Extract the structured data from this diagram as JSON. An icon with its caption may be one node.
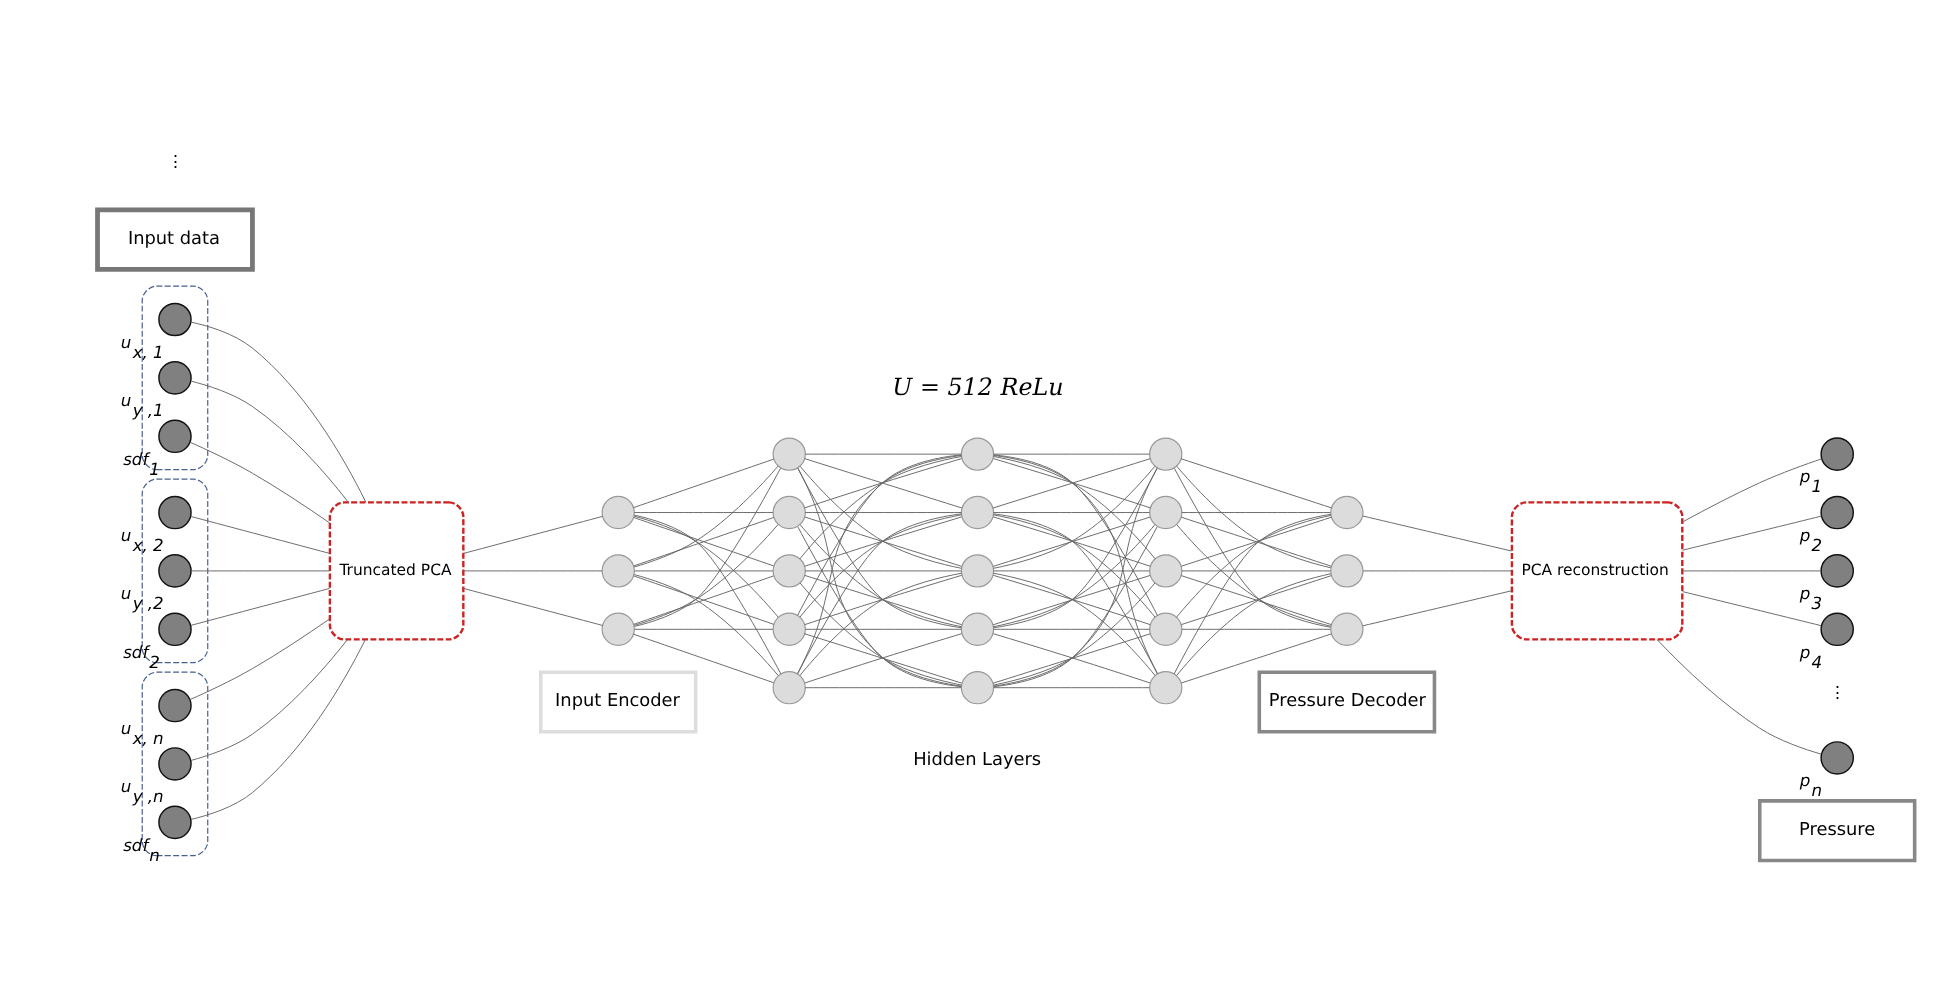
{
  "diagram": {
    "nodes": [
      {
        "text": [],
        "shape": "box"
      },
      {
        "text": [],
        "shape": "circle",
        "in": 0,
        "beside": [
          "u$_{x, 1}$"
        ]
      },
      {
        "text": [],
        "shape": "circle",
        "in": 0,
        "beside": [
          "u$_{y ,1}$"
        ]
      },
      {
        "text": [],
        "shape": "circle",
        "in": 0,
        "beside": [
          "sdf$_{1}$"
        ]
      },
      {
        "text": [],
        "shape": "box"
      },
      {
        "text": [],
        "shape": "circle",
        "in": 4,
        "beside": [
          "u$_{x, 2}$"
        ]
      },
      {
        "text": [],
        "shape": "circle",
        "in": 4,
        "beside": [
          "u$_{y ,2}$"
        ]
      },
      {
        "text": [],
        "shape": "circle",
        "in": 4,
        "beside": [
          "sdf$_{2}$"
        ]
      },
      {
        "text": [],
        "shape": "box"
      },
      {
        "text": [],
        "shape": "circle",
        "in": 8,
        "beside": [
          "u$_{x, n}$"
        ]
      },
      {
        "text": [],
        "shape": "circle",
        "in": 8,
        "beside": [
          "u$_{y ,n}$"
        ]
      },
      {
        "text": [],
        "shape": "circle",
        "in": 8,
        "beside": [
          "sdf$_{n}$"
        ]
      },
      {
        "text": [
          "Truncated PCA"
        ]
      },
      {
        "text": [],
        "shape": "circle"
      },
      {
        "text": [],
        "shape": "circle"
      },
      {
        "text": [],
        "shape": "circle"
      },
      {
        "text": [],
        "shape": "circle"
      },
      {
        "text": [],
        "shape": "circle"
      },
      {
        "text": [],
        "shape": "circle"
      },
      {
        "text": [],
        "shape": "circle"
      },
      {
        "text": [],
        "shape": "circle"
      },
      {
        "text": [],
        "shape": "circle"
      },
      {
        "text": [],
        "shape": "circle"
      },
      {
        "text": [],
        "shape": "circle"
      },
      {
        "text": [],
        "shape": "circle"
      },
      {
        "text": [],
        "shape": "circle"
      },
      {
        "text": [],
        "shape": "circle"
      },
      {
        "text": [],
        "shape": "circle"
      },
      {
        "text": [],
        "shape": "circle"
      },
      {
        "text": [],
        "shape": "circle"
      },
      {
        "text": [],
        "shape": "circle"
      },
      {
        "text": [],
        "shape": "circle"
      },
      {
        "text": [],
        "shape": "circle"
      },
      {
        "text": [],
        "shape": "circle"
      },
      {
        "text": [
          "PCA reconstruction"
        ]
      },
      {
        "text": [],
        "shape": "circle",
        "beside": [
          "p$_{1}$"
        ]
      },
      {
        "text": [],
        "shape": "circle",
        "beside": [
          "p$_{2}$"
        ]
      },
      {
        "text": [],
        "shape": "circle",
        "beside": [
          "p$_{3}$"
        ]
      },
      {
        "text": [],
        "shape": "circle",
        "beside": [
          "p$_{4}$"
        ]
      },
      {
        "text": [],
        "shape": "circle",
        "beside": [
          "p$_{n}$"
        ]
      },
      {
        "text": [
          "Input data"
        ]
      },
      {
        "text": [
          "Input Encoder"
        ]
      },
      {
        "text": [
          "Hidden Layers"
        ]
      },
      {
        "text": [
          "Pressure Decoder"
        ]
      },
      {
        "text": [
          "Pressure"
        ]
      }
    ],
    "edges": [
      {
        "from": 1,
        "to": 12,
        "arrow": "none"
      },
      {
        "from": 2,
        "to": 12,
        "arrow": "none"
      },
      {
        "from": 3,
        "to": 12,
        "arrow": "none"
      },
      {
        "from": 5,
        "to": 12,
        "arrow": "none"
      },
      {
        "from": 6,
        "to": 12,
        "arrow": "none"
      },
      {
        "from": 7,
        "to": 12,
        "arrow": "none"
      },
      {
        "from": 9,
        "to": 12,
        "arrow": "none"
      },
      {
        "from": 10,
        "to": 12,
        "arrow": "none"
      },
      {
        "from": 11,
        "to": 12,
        "arrow": "none"
      },
      {
        "from": 12,
        "to": 13,
        "arrow": "none"
      },
      {
        "from": 12,
        "to": 14,
        "arrow": "none"
      },
      {
        "from": 12,
        "to": 15,
        "arrow": "none"
      },
      {
        "from": 13,
        "to": 16,
        "arrow": "none"
      },
      {
        "from": 13,
        "to": 17,
        "arrow": "none"
      },
      {
        "from": 13,
        "to": 18,
        "arrow": "none"
      },
      {
        "from": 13,
        "to": 19,
        "arrow": "none"
      },
      {
        "from": 13,
        "to": 20,
        "arrow": "none"
      },
      {
        "from": 14,
        "to": 16,
        "arrow": "none"
      },
      {
        "from": 14,
        "to": 17,
        "arrow": "none"
      },
      {
        "from": 14,
        "to": 18,
        "arrow": "none"
      },
      {
        "from": 14,
        "to": 19,
        "arrow": "none"
      },
      {
        "from": 14,
        "to": 20,
        "arrow": "none"
      },
      {
        "from": 15,
        "to": 16,
        "arrow": "none"
      },
      {
        "from": 15,
        "to": 17,
        "arrow": "none"
      },
      {
        "from": 15,
        "to": 18,
        "arrow": "none"
      },
      {
        "from": 15,
        "to": 19,
        "arrow": "none"
      },
      {
        "from": 15,
        "to": 20,
        "arrow": "none"
      },
      {
        "from": 16,
        "to": 21,
        "arrow": "none"
      },
      {
        "from": 16,
        "to": 22,
        "arrow": "none"
      },
      {
        "from": 16,
        "to": 23,
        "arrow": "none"
      },
      {
        "from": 16,
        "to": 24,
        "arrow": "none"
      },
      {
        "from": 16,
        "to": 25,
        "arrow": "none"
      },
      {
        "from": 17,
        "to": 21,
        "arrow": "none"
      },
      {
        "from": 17,
        "to": 22,
        "arrow": "none"
      },
      {
        "from": 17,
        "to": 23,
        "arrow": "none"
      },
      {
        "from": 17,
        "to": 24,
        "arrow": "none"
      },
      {
        "from": 17,
        "to": 25,
        "arrow": "none"
      },
      {
        "from": 18,
        "to": 21,
        "arrow": "none"
      },
      {
        "from": 18,
        "to": 22,
        "arrow": "none"
      },
      {
        "from": 18,
        "to": 23,
        "arrow": "none"
      },
      {
        "from": 18,
        "to": 24,
        "arrow": "none"
      },
      {
        "from": 18,
        "to": 25,
        "arrow": "none"
      },
      {
        "from": 19,
        "to": 21,
        "arrow": "none"
      },
      {
        "from": 19,
        "to": 22,
        "arrow": "none"
      },
      {
        "from": 19,
        "to": 23,
        "arrow": "none"
      },
      {
        "from": 19,
        "to": 24,
        "arrow": "none"
      },
      {
        "from": 19,
        "to": 25,
        "arrow": "none"
      },
      {
        "from": 20,
        "to": 21,
        "arrow": "none"
      },
      {
        "from": 20,
        "to": 22,
        "arrow": "none"
      },
      {
        "from": 20,
        "to": 23,
        "arrow": "none"
      },
      {
        "from": 20,
        "to": 24,
        "arrow": "none"
      },
      {
        "from": 20,
        "to": 25,
        "arrow": "none"
      },
      {
        "from": 21,
        "to": 26,
        "arrow": "none"
      },
      {
        "from": 21,
        "to": 27,
        "arrow": "none"
      },
      {
        "from": 21,
        "to": 28,
        "arrow": "none"
      },
      {
        "from": 21,
        "to": 29,
        "arrow": "none"
      },
      {
        "from": 21,
        "to": 30,
        "arrow": "none"
      },
      {
        "from": 22,
        "to": 26,
        "arrow": "none"
      },
      {
        "from": 22,
        "to": 27,
        "arrow": "none"
      },
      {
        "from": 22,
        "to": 28,
        "arrow": "none"
      },
      {
        "from": 22,
        "to": 29,
        "arrow": "none"
      },
      {
        "from": 22,
        "to": 30,
        "arrow": "none"
      },
      {
        "from": 23,
        "to": 26,
        "arrow": "none"
      },
      {
        "from": 23,
        "to": 27,
        "arrow": "none"
      },
      {
        "from": 23,
        "to": 28,
        "arrow": "none"
      },
      {
        "from": 23,
        "to": 29,
        "arrow": "none"
      },
      {
        "from": 23,
        "to": 30,
        "arrow": "none"
      },
      {
        "from": 24,
        "to": 26,
        "arrow": "none"
      },
      {
        "from": 24,
        "to": 27,
        "arrow": "none"
      },
      {
        "from": 24,
        "to": 28,
        "arrow": "none"
      },
      {
        "from": 24,
        "to": 29,
        "arrow": "none"
      },
      {
        "from": 24,
        "to": 30,
        "arrow": "none"
      },
      {
        "from": 25,
        "to": 26,
        "arrow": "none"
      },
      {
        "from": 25,
        "to": 27,
        "arrow": "none"
      },
      {
        "from": 25,
        "to": 28,
        "arrow": "none"
      },
      {
        "from": 25,
        "to": 29,
        "arrow": "none"
      },
      {
        "from": 25,
        "to": 30,
        "arrow": "none"
      },
      {
        "from": 26,
        "to": 31,
        "arrow": "none"
      },
      {
        "from": 26,
        "to": 32,
        "arrow": "none"
      },
      {
        "from": 26,
        "to": 33,
        "arrow": "none"
      },
      {
        "from": 27,
        "to": 31,
        "arrow": "none"
      },
      {
        "from": 27,
        "to": 32,
        "arrow": "none"
      },
      {
        "from": 27,
        "to": 33,
        "arrow": "none"
      },
      {
        "from": 28,
        "to": 31,
        "arrow": "none"
      },
      {
        "from": 28,
        "to": 32,
        "arrow": "none"
      },
      {
        "from": 28,
        "to": 33,
        "arrow": "none"
      },
      {
        "from": 29,
        "to": 31,
        "arrow": "none"
      },
      {
        "from": 29,
        "to": 32,
        "arrow": "none"
      },
      {
        "from": 29,
        "to": 33,
        "arrow": "none"
      },
      {
        "from": 30,
        "to": 31,
        "arrow": "none"
      },
      {
        "from": 30,
        "to": 32,
        "arrow": "none"
      },
      {
        "from": 30,
        "to": 33,
        "arrow": "none"
      },
      {
        "from": 31,
        "to": 34,
        "arrow": "none"
      },
      {
        "from": 32,
        "to": 34,
        "arrow": "none"
      },
      {
        "from": 33,
        "to": 34,
        "arrow": "none"
      },
      {
        "from": 34,
        "to": 35,
        "arrow": "none"
      },
      {
        "from": 34,
        "to": 36,
        "arrow": "none"
      },
      {
        "from": 34,
        "to": 37,
        "arrow": "none"
      },
      {
        "from": 34,
        "to": 38,
        "arrow": "none"
      },
      {
        "from": 34,
        "to": 39,
        "arrow": "none"
      }
    ],
    "labels": [
      "U = 512 ReLu",
      "⋮",
      "⋮"
    ]
  }
}
